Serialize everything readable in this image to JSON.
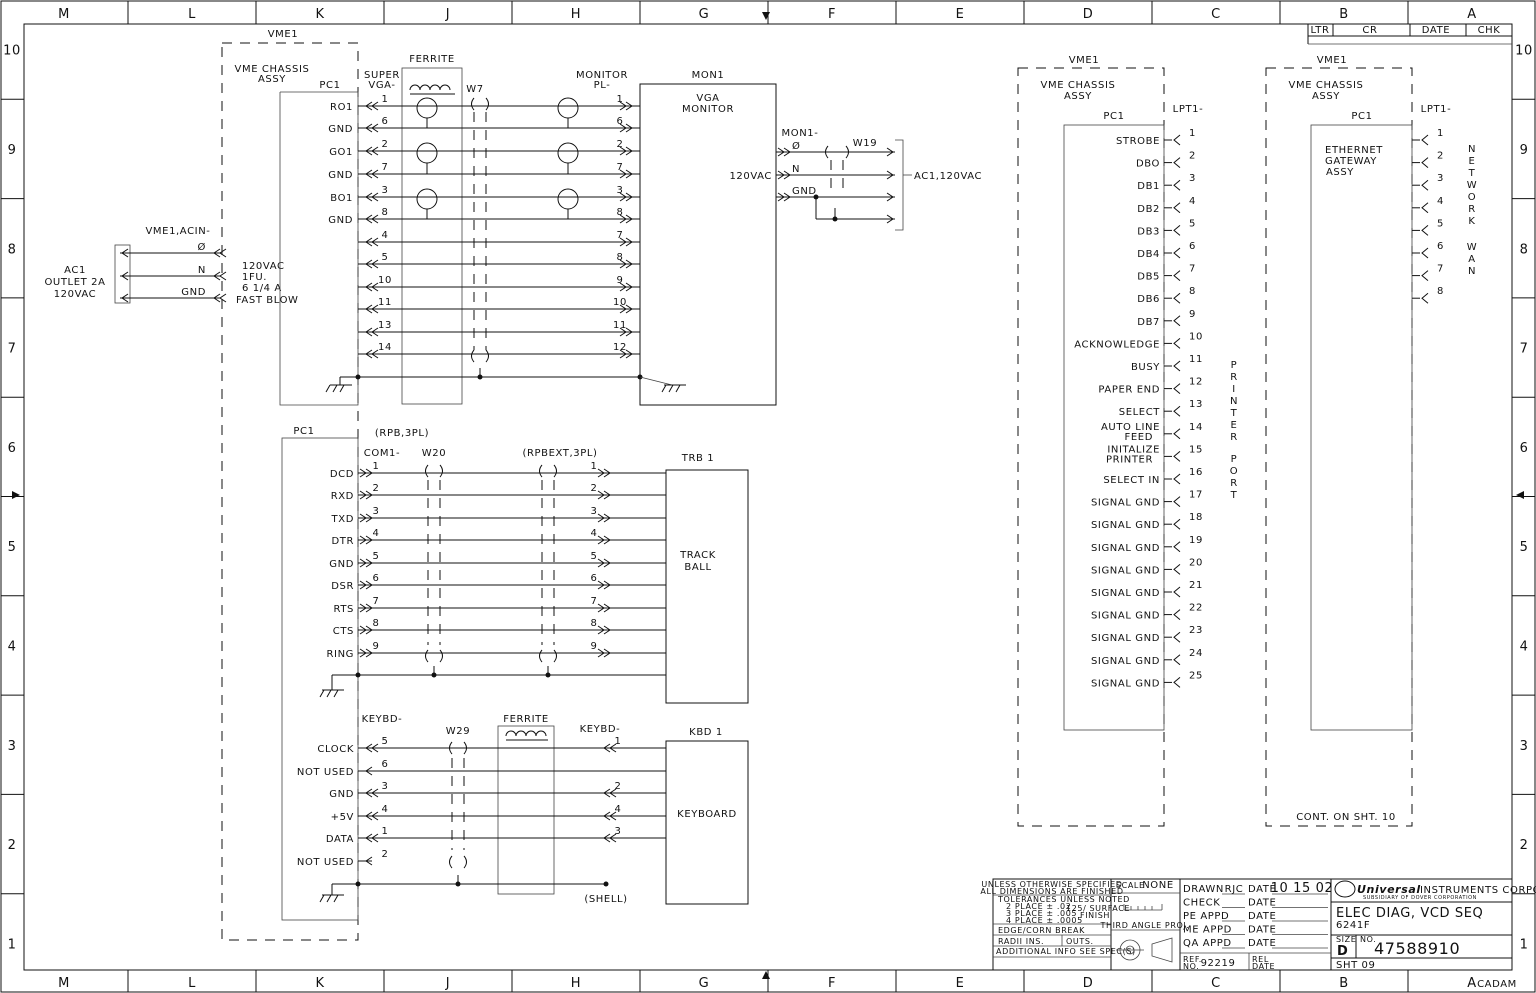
{
  "frame": {
    "cols": [
      "M",
      "L",
      "K",
      "J",
      "H",
      "G",
      "F",
      "E",
      "D",
      "C",
      "B",
      "A"
    ],
    "rows": [
      "10",
      "9",
      "8",
      "7",
      "6",
      "5",
      "4",
      "3",
      "2",
      "1"
    ]
  },
  "rev_block": {
    "headers": [
      "LTR",
      "CR",
      "DATE",
      "CHK"
    ]
  },
  "ac_power": {
    "outlet": [
      "AC1",
      "OUTLET 2A",
      "120VAC"
    ],
    "conn": "VME1,ACIN-",
    "pins": [
      "Ø",
      "N",
      "GND"
    ],
    "fuse": [
      "120VAC",
      "1FU.",
      "6 1/4 A",
      "FAST BLOW"
    ]
  },
  "vme_left": {
    "ref": "VME1",
    "title": [
      "VME CHASSIS",
      "ASSY"
    ]
  },
  "pc1_top": {
    "label": "PC1",
    "conn": [
      "SUPER",
      "VGA-"
    ],
    "ferrite": "FERRITE",
    "cable": "W7",
    "signals": [
      "RO1",
      "GND",
      "GO1",
      "GND",
      "BO1",
      "GND",
      "",
      "",
      "",
      "",
      "",
      "",
      ""
    ],
    "pins_left": [
      "1",
      "6",
      "2",
      "7",
      "3",
      "8",
      "4",
      "5",
      "10",
      "11",
      "13",
      "14"
    ],
    "pins_right": [
      "1",
      "6",
      "2",
      "7",
      "3",
      "8",
      "7",
      "8",
      "9",
      "10",
      "11",
      "12"
    ],
    "monitor_conn": [
      "MONITOR",
      "PL-"
    ]
  },
  "monitor": {
    "ref": "MON1",
    "title": [
      "VGA",
      "MONITOR"
    ],
    "power_label": "120VAC",
    "power_conn": "MON1-",
    "power_pins": [
      "Ø",
      "N",
      "GND"
    ],
    "cable": "W19",
    "dest": "AC1,120VAC"
  },
  "serial": {
    "pc1": "PC1",
    "note": "(RPB,3PL)",
    "conn": "COM1-",
    "cable": "W20",
    "ext": "(RPBEXT,3PL)",
    "signals": [
      "DCD",
      "RXD",
      "TXD",
      "DTR",
      "GND",
      "DSR",
      "RTS",
      "CTS",
      "RING"
    ],
    "pins": [
      "1",
      "2",
      "3",
      "4",
      "5",
      "6",
      "7",
      "8",
      "9"
    ],
    "device_ref": "TRB 1",
    "device": [
      "TRACK",
      "BALL"
    ]
  },
  "keyboard": {
    "conn": "KEYBD-",
    "cable": "W29",
    "ferrite": "FERRITE",
    "conn_right": "KEYBD-",
    "signals": [
      "CLOCK",
      "NOT USED",
      "GND",
      "+5V",
      "DATA",
      "NOT USED"
    ],
    "pins_left": [
      "5",
      "6",
      "3",
      "4",
      "1",
      "2"
    ],
    "pins_right": [
      "1",
      "2",
      "4",
      "3"
    ],
    "device_ref": "KBD 1",
    "device": "KEYBOARD",
    "shell": "(SHELL)"
  },
  "printer": {
    "vme_ref": "VME1",
    "title": [
      "VME CHASSIS",
      "ASSY"
    ],
    "pc1": "PC1",
    "conn": "LPT1-",
    "signals": [
      "STROBE",
      "DBO",
      "DB1",
      "DB2",
      "DB3",
      "DB4",
      "DB5",
      "DB6",
      "DB7",
      "ACKNOWLEDGE",
      "BUSY",
      "PAPER END",
      "SELECT",
      "AUTO LINE FEED",
      "INITALIZE PRINTER",
      "SELECT IN",
      "SIGNAL GND",
      "SIGNAL GND",
      "SIGNAL GND",
      "SIGNAL GND",
      "SIGNAL GND",
      "SIGNAL GND",
      "SIGNAL GND",
      "SIGNAL GND",
      "SIGNAL GND"
    ],
    "side_label": "PRINTER PORT"
  },
  "ethernet": {
    "vme_ref": "VME1",
    "title": [
      "VME CHASSIS",
      "ASSY"
    ],
    "pc1": "PC1",
    "conn": "LPT1-",
    "card": [
      "ETHERNET",
      "GATEWAY",
      "ASSY"
    ],
    "pins": [
      "1",
      "2",
      "3",
      "4",
      "5",
      "6",
      "7",
      "8"
    ],
    "side_label": "NETWORK WAN",
    "cont": "CONT. ON SHT. 10"
  },
  "title_block": {
    "notes": [
      "UNLESS OTHERWISE SPECIFIED",
      "ALL DIMENSIONS ARE FINISHED",
      "TOLERANCES UNLESS NOTED",
      "2 PLACE ± .02",
      "3 PLACE ± .005",
      "4 PLACE ± .0005",
      "125/ SURFACE",
      "FINISH",
      "EDGE/CORN BREAK",
      "RADII INS.",
      "OUTS.",
      "ADDITIONAL INFO SEE SPEC(S)"
    ],
    "scale_label": "SCALE",
    "scale": "NONE",
    "projection": "THIRD ANGLE PROJ.",
    "roles": [
      "DRAWN",
      "CHECK",
      "PE APPD",
      "ME APPD",
      "QA APPD"
    ],
    "drawn_by": "RJC",
    "date_label": "DATE",
    "date": "10 15 02",
    "ref_label": [
      "REF.",
      "NO."
    ],
    "ref_no": "92219",
    "rel_label": [
      "REL",
      "DATE"
    ],
    "company_logo": "Universal",
    "company": "INSTRUMENTS CORPORATION",
    "subsidiary": "SUBSIDIARY OF DOVER CORPORATION",
    "title_lines": [
      "ELEC DIAG, VCD SEQ",
      "6241F"
    ],
    "size_label": "SIZE",
    "size": "D",
    "no_label": "NO.",
    "dwg_no": "47588910",
    "sheet": "SHT 09",
    "cadam": "CADAM"
  }
}
